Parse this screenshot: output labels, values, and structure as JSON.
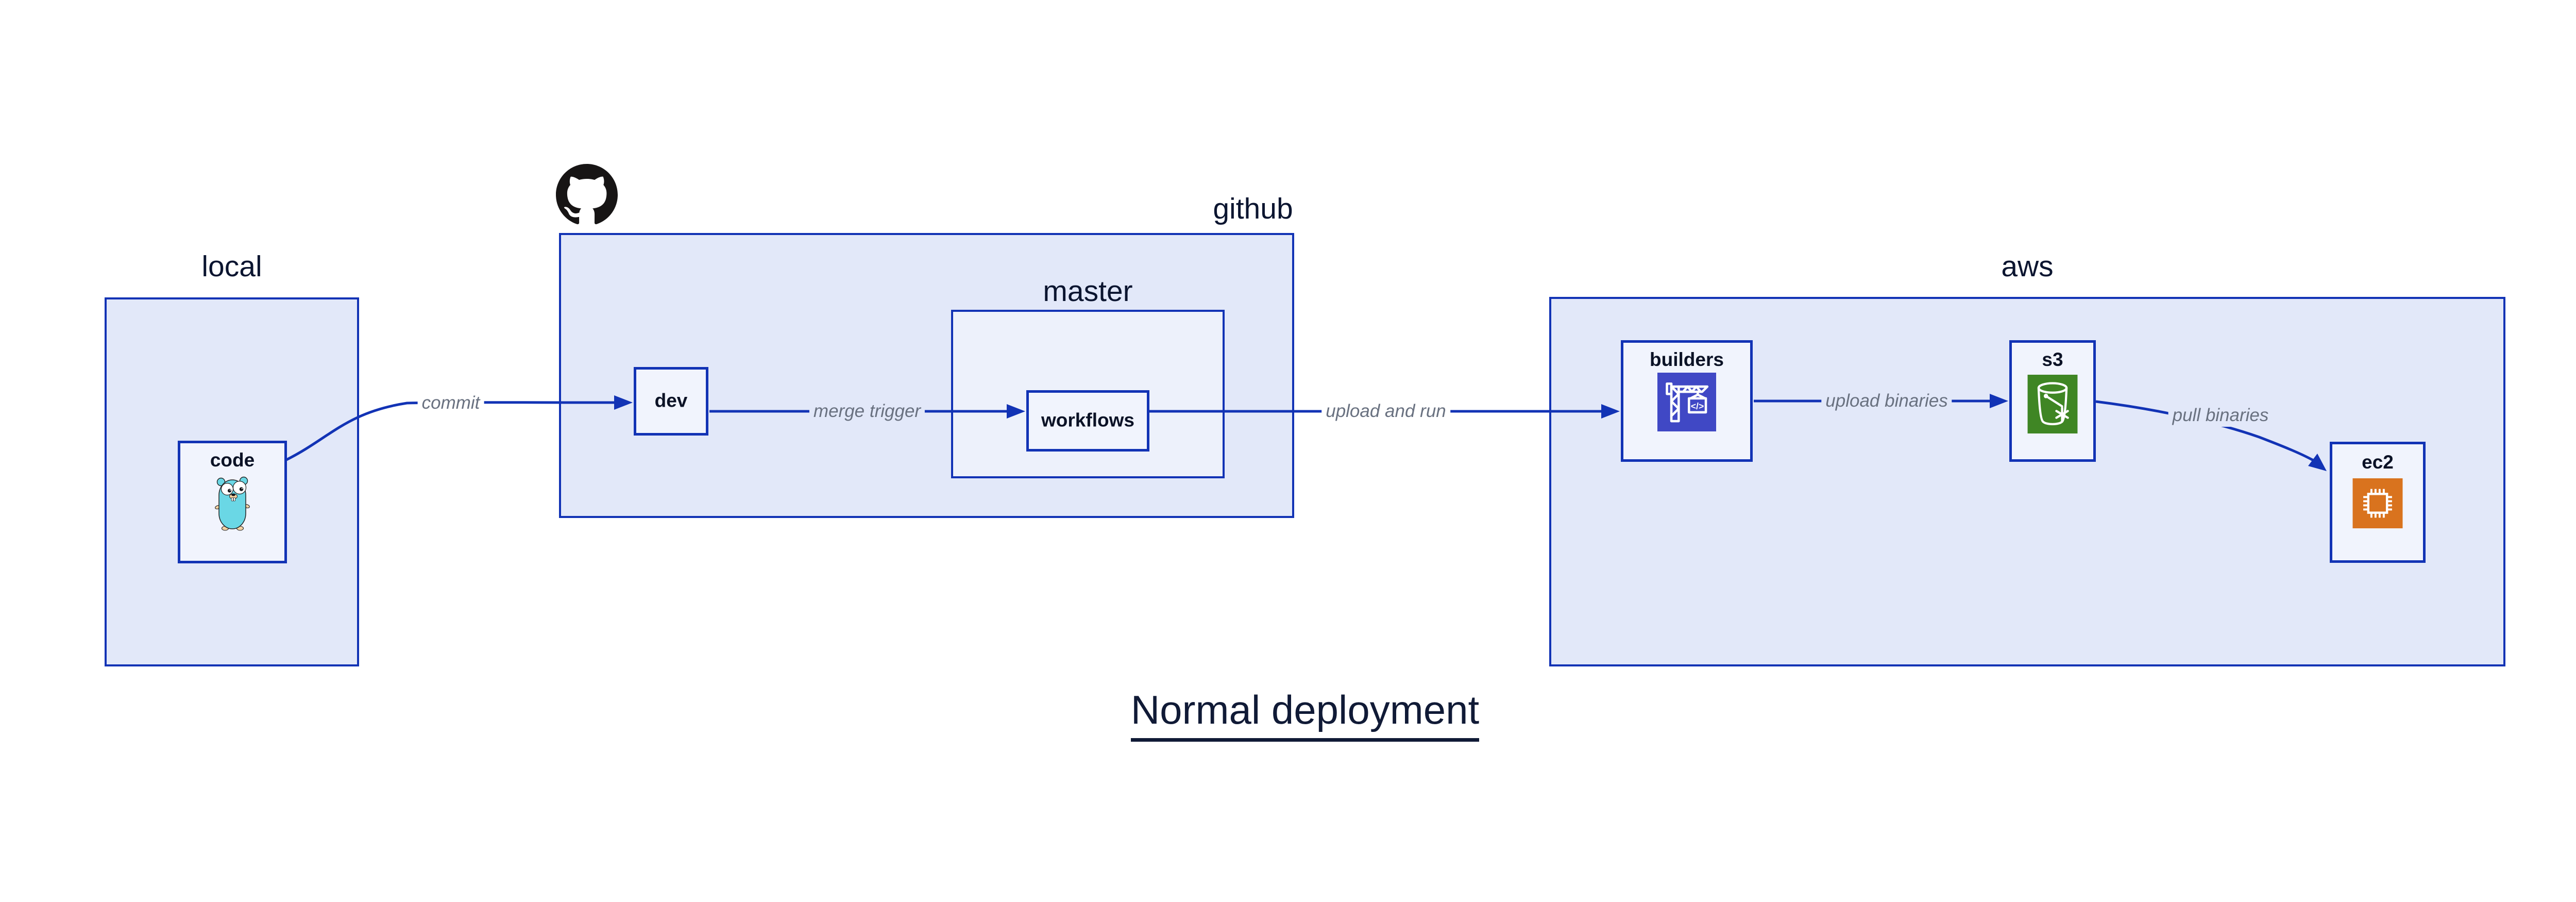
{
  "title": "Normal deployment",
  "groups": {
    "local": {
      "label": "local"
    },
    "github": {
      "label": "github"
    },
    "master": {
      "label": "master"
    },
    "aws": {
      "label": "aws"
    }
  },
  "nodes": {
    "code": {
      "label": "code",
      "icon": "go-gopher-icon"
    },
    "dev": {
      "label": "dev"
    },
    "workflows": {
      "label": "workflows"
    },
    "builders": {
      "label": "builders",
      "icon": "codebuild-crane-icon"
    },
    "s3": {
      "label": "s3",
      "icon": "s3-bucket-icon"
    },
    "ec2": {
      "label": "ec2",
      "icon": "ec2-chip-icon"
    }
  },
  "edges": {
    "commit": {
      "label": "commit",
      "from": "code",
      "to": "dev"
    },
    "merge_trigger": {
      "label": "merge trigger",
      "from": "dev",
      "to": "workflows"
    },
    "upload_and_run": {
      "label": "upload and run",
      "from": "workflows",
      "to": "builders"
    },
    "upload_binaries": {
      "label": "upload binaries",
      "from": "builders",
      "to": "s3"
    },
    "pull_binaries": {
      "label": "pull binaries",
      "from": "s3",
      "to": "ec2"
    }
  },
  "icons": {
    "github_logo": "github-octocat-icon",
    "code": "go-gopher-icon",
    "builders": "codebuild-crane-icon",
    "s3": "s3-bucket-icon",
    "ec2": "ec2-chip-icon"
  },
  "colors": {
    "background": "#FFFFFF",
    "border_and_arrows": "#1233B5",
    "group_fill": "#E2E8F9",
    "inner_group_fill": "#EDF1FB",
    "node_fill": "#F1F4FD",
    "dark_text": "#0B1226",
    "edge_label_gray": "#697180",
    "octocat_black": "#171515",
    "gopher_teal": "#6AD7E5",
    "codebuild_indigo": "#4048C5",
    "s3_green": "#3F8624",
    "ec2_orange": "#D9731E"
  }
}
